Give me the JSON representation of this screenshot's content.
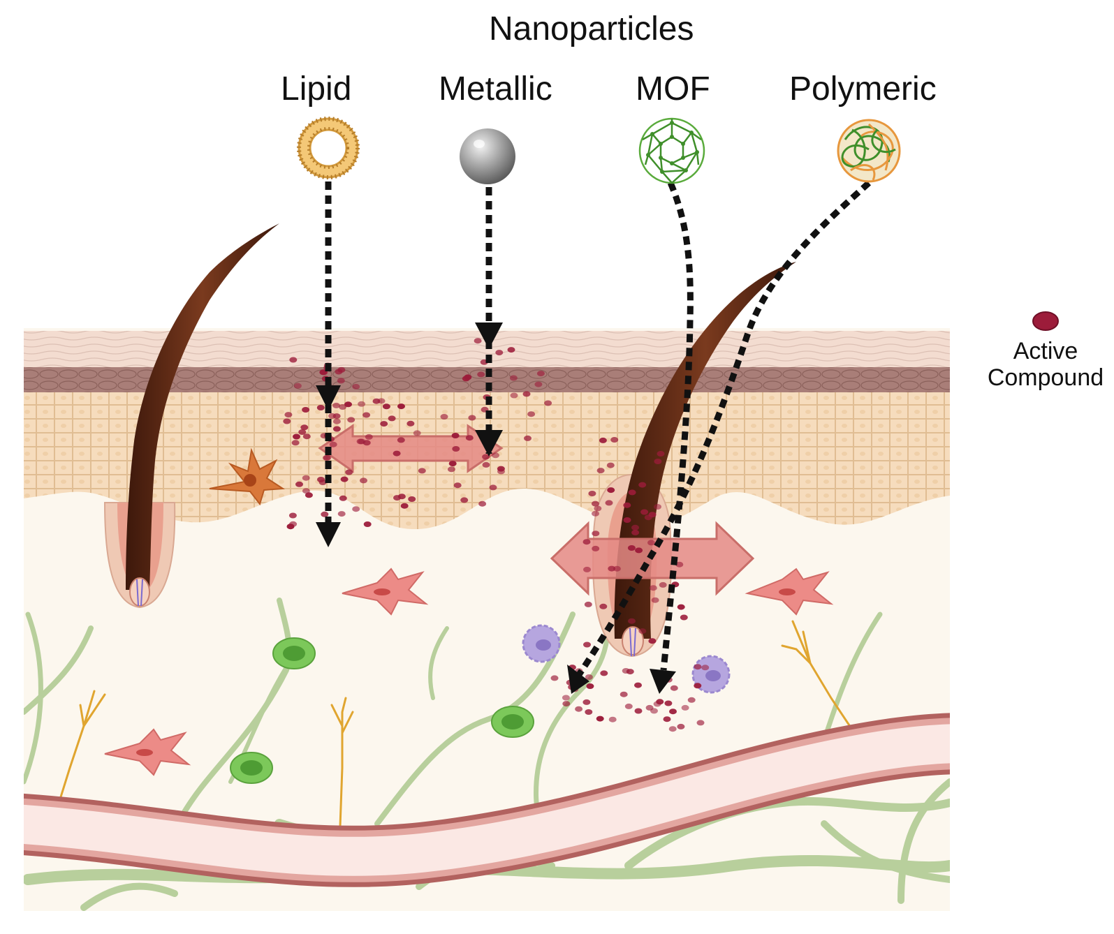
{
  "title": "Nanoparticles",
  "nanoparticles": [
    {
      "label": "Lipid",
      "icon": "liposome-icon"
    },
    {
      "label": "Metallic",
      "icon": "metal-sphere-icon"
    },
    {
      "label": "MOF",
      "icon": "mof-cage-icon"
    },
    {
      "label": "Polymeric",
      "icon": "polymer-ball-icon"
    }
  ],
  "legend": {
    "label_line1": "Active",
    "label_line2": "Compound",
    "color": "#9c1c3a"
  },
  "colors": {
    "stratum_corneum": "#f3dcd0",
    "pigmented_layer": "#a97e78",
    "epidermis": "#f6dcbd",
    "dermis": "#fcf7ee",
    "hair": "#5a2a17",
    "spread_arrow": "#e48a85",
    "vessel": "#b2625f",
    "fibroblast": "#ec8b87",
    "green_cell": "#7cc85a",
    "immune_cell": "#b6a6df",
    "nerve": "#e0a52f",
    "connective": "#b8cf9c"
  }
}
